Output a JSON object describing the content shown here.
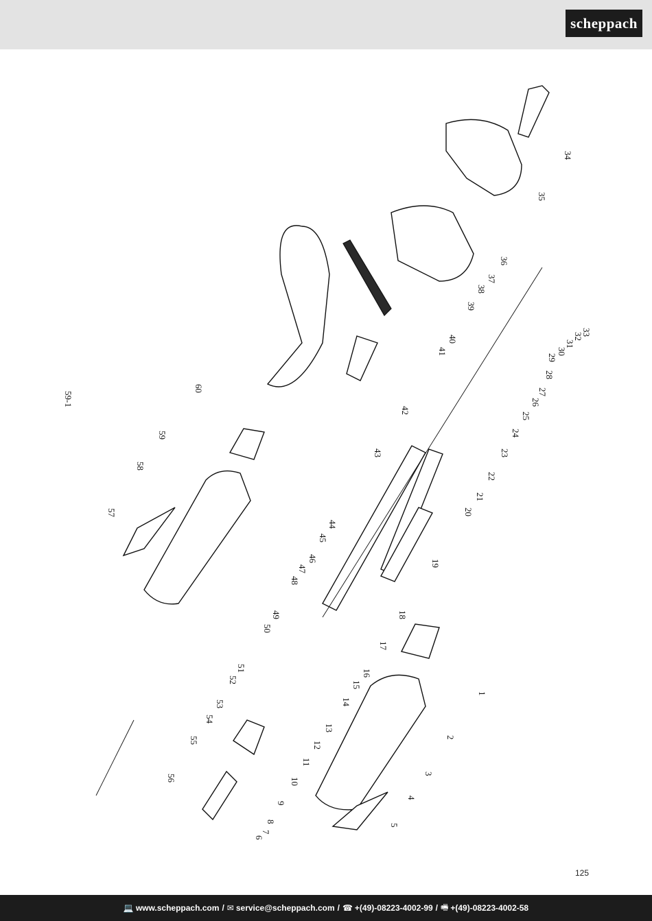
{
  "brand": {
    "logo_text": "scheppach"
  },
  "page_number": "125",
  "footer": {
    "website": "www.scheppach.com",
    "email": "service@scheppach.com",
    "phone": "+(49)-08223-4002-99",
    "fax": "+(49)-08223-4002-58"
  },
  "labels": [
    "59-1",
    "60",
    "59",
    "58",
    "57",
    "44",
    "45",
    "46",
    "47",
    "48",
    "49",
    "50",
    "51",
    "52",
    "53",
    "54",
    "55",
    "56",
    "34",
    "35",
    "36",
    "37",
    "38",
    "39",
    "40",
    "41",
    "42",
    "43",
    "33",
    "32",
    "31",
    "30",
    "29",
    "28",
    "27",
    "26",
    "25",
    "24",
    "23",
    "22",
    "21",
    "20",
    "19",
    "18",
    "17",
    "16",
    "15",
    "14",
    "13",
    "12",
    "11",
    "10",
    "9",
    "8",
    "7",
    "6",
    "5",
    "4",
    "3",
    "2",
    "1"
  ]
}
